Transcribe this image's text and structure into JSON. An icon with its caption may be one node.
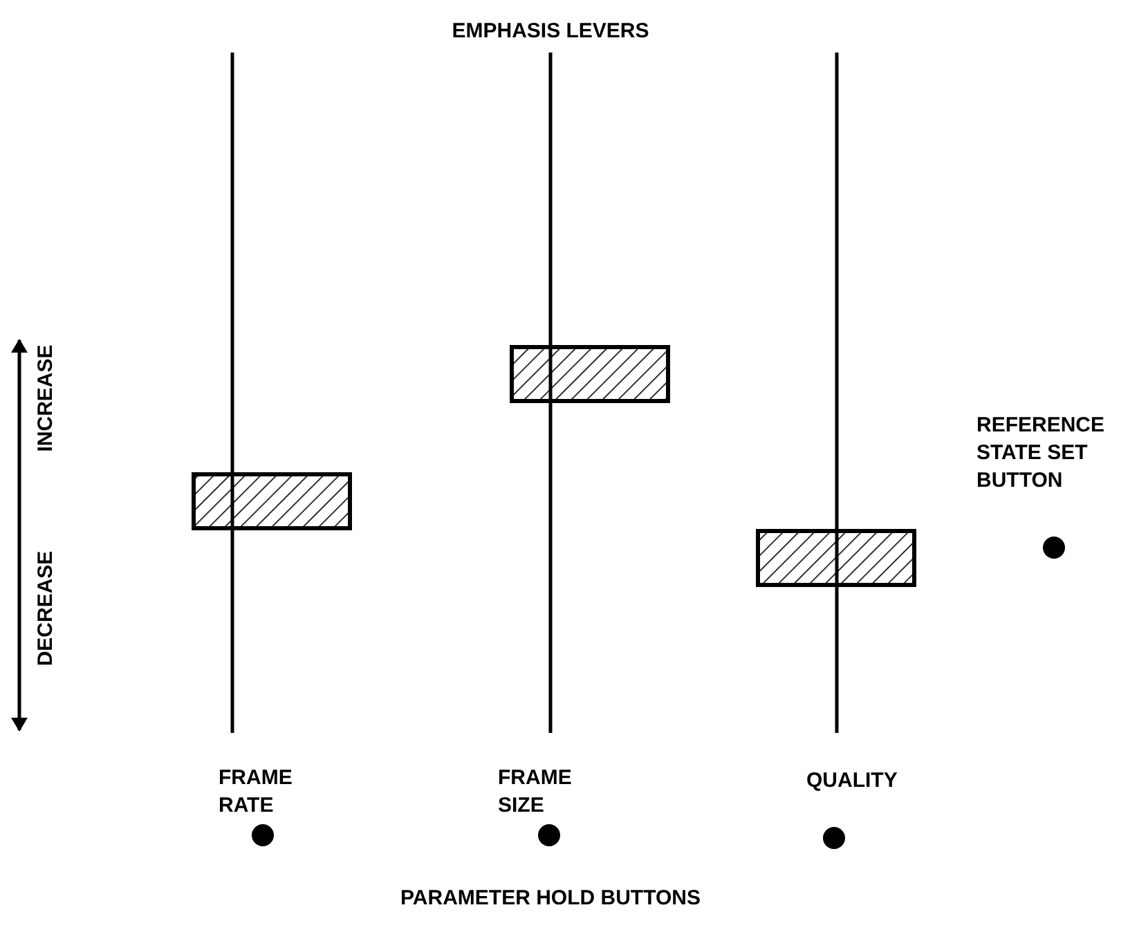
{
  "diagram": {
    "title": "EMPHASIS LEVERS",
    "labels": [
      "INCREASE",
      "DECREASE",
      "REFERENCE STATE SET BUTTON",
      "FRAME RATE",
      "FRAME SIZE",
      "QUALITY",
      "PARAMETER HOLD BUTTONS"
    ]
  }
}
